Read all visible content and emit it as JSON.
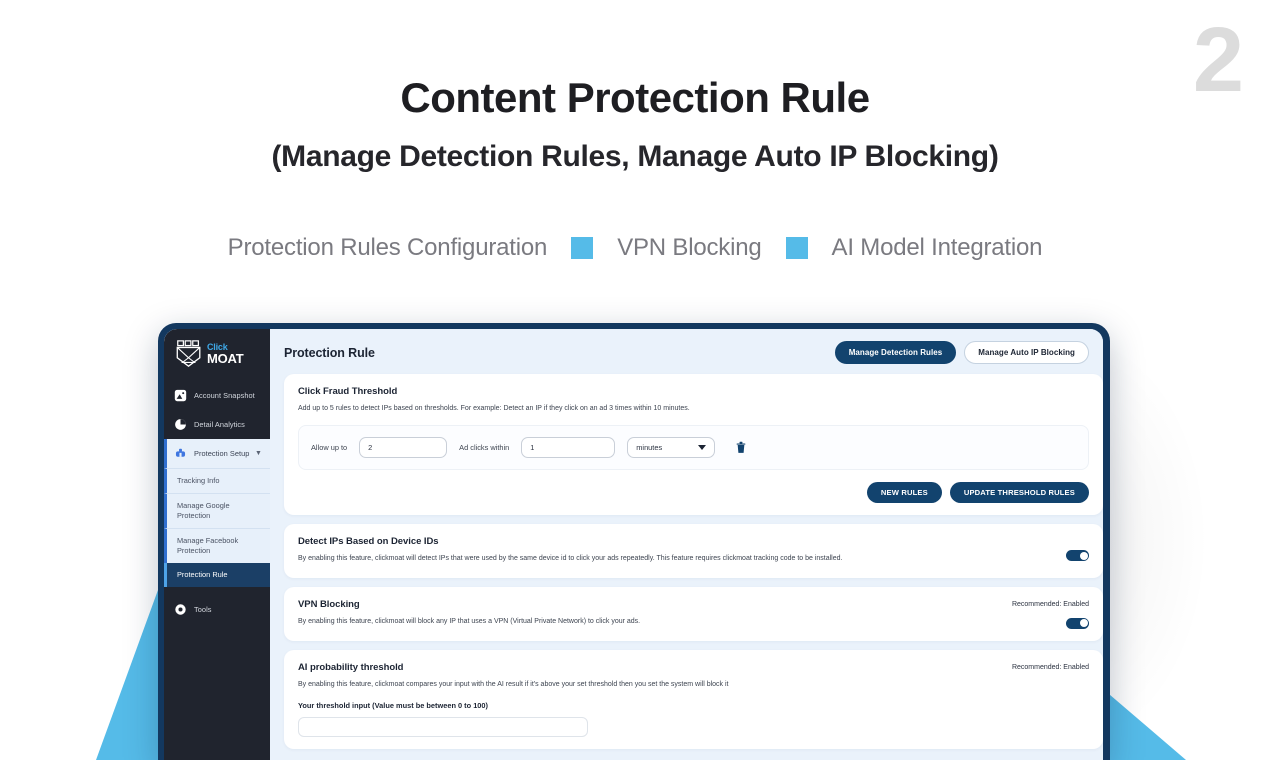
{
  "slide": {
    "number": "2",
    "title": "Content Protection Rule",
    "subtitle": "(Manage Detection Rules, Manage Auto IP Blocking)",
    "features": [
      "Protection Rules Configuration",
      "VPN Blocking",
      "AI Model Integration"
    ],
    "accent_blue": "#55bbe8",
    "navy": "#12436e",
    "number_color": "#dcdcdc"
  },
  "app": {
    "logo": {
      "brand_top": "Click",
      "brand_bottom": "MOAT"
    },
    "sidebar": {
      "items": [
        {
          "label": "Account Snapshot",
          "icon": "image-icon",
          "type": "item"
        },
        {
          "label": "Detail Analytics",
          "icon": "pie-chart-icon",
          "type": "item"
        },
        {
          "label": "Protection Setup",
          "icon": "shield-settings-icon",
          "type": "group",
          "expanded": true
        },
        {
          "label": "Tracking Info",
          "type": "sub"
        },
        {
          "label": "Manage Google Protection",
          "type": "sub"
        },
        {
          "label": "Manage Facebook Protection",
          "type": "sub"
        },
        {
          "label": "Protection Rule",
          "type": "sub",
          "active": true
        },
        {
          "label": "Tools",
          "icon": "gear-icon",
          "type": "item"
        }
      ]
    },
    "header": {
      "page_title": "Protection Rule",
      "tab_detection": "Manage Detection Rules",
      "tab_autoip": "Manage Auto IP Blocking"
    },
    "cards": {
      "click_fraud": {
        "title": "Click Fraud Threshold",
        "desc": "Add up to 5 rules to detect IPs based on thresholds. For example: Detect an IP if they click on an ad 3 times within 10 minutes.",
        "allow_label": "Allow up to",
        "allow_value": "2",
        "clicks_label": "Ad clicks within",
        "clicks_value": "1",
        "unit_value": "minutes",
        "delete_icon": "trash-icon",
        "btn_new_rules": "NEW RULES",
        "btn_update": "UPDATE THRESHOLD RULES"
      },
      "device_ids": {
        "title": "Detect IPs Based on Device IDs",
        "desc": "By enabling this feature, clickmoat will detect IPs that were used by the same device id to click your ads repeatedly. This feature requires clickmoat tracking code to be installed.",
        "toggle_state": "on"
      },
      "vpn": {
        "title": "VPN Blocking",
        "desc": "By enabling this feature, clickmoat will block any IP that uses a VPN (Virtual Private Network) to click your ads.",
        "recommended": "Recommended: Enabled",
        "toggle_state": "on"
      },
      "ai": {
        "title": "AI probability threshold",
        "desc": "By enabling this feature, clickmoat compares your input with the AI result if it's above your set threshold then you set the system will block it",
        "recommended": "Recommended: Enabled",
        "threshold_label": "Your threshold input (Value must be between 0 to 100)",
        "threshold_value": ""
      }
    }
  }
}
